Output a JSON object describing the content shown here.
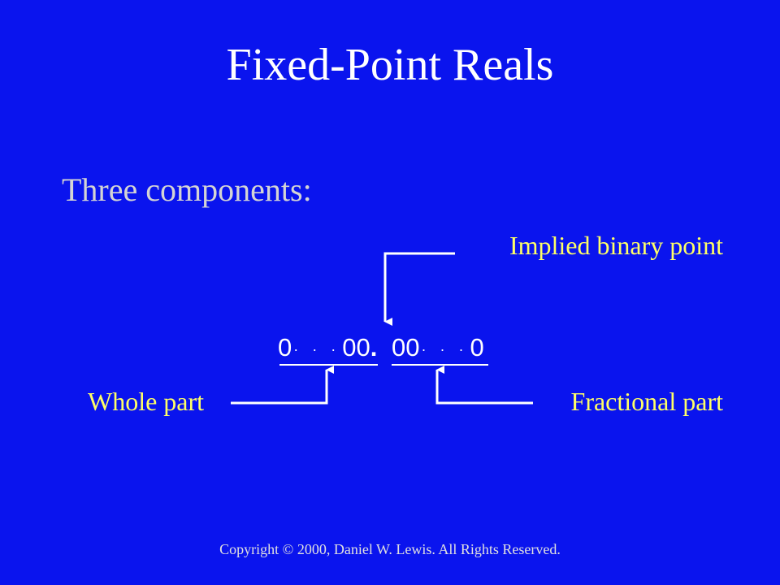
{
  "slide": {
    "title": "Fixed-Point Reals",
    "subtitle": "Three components:",
    "labels": {
      "implied_point": "Implied binary point",
      "whole": "Whole part",
      "fractional": "Fractional part"
    },
    "bits": {
      "whole_first": "0",
      "whole_dots": "· · ·",
      "whole_last": "00",
      "point": ".",
      "frac_first": "00",
      "frac_dots": "· · ·",
      "frac_last": "0"
    },
    "copyright": "Copyright © 2000, Daniel W. Lewis.  All Rights Reserved.",
    "colors": {
      "background": "#0A14EE",
      "title": "#FFFFFF",
      "label": "#FFFF66",
      "lines": "#FFFFFF"
    }
  }
}
